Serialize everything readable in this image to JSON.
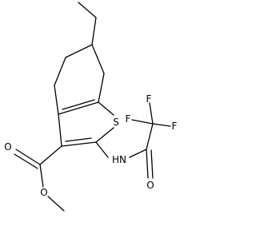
{
  "atoms": {
    "sulfur": "S",
    "nitrogen": "HN",
    "fluorine_left": "F",
    "fluorine_top": "F",
    "fluorine_right": "F",
    "oxygen_ester_carbonyl": "O",
    "oxygen_ester_ether": "O",
    "oxygen_amide": "O"
  },
  "colors": {
    "bond": "#000000",
    "text": "#000000",
    "background": "#ffffff"
  }
}
